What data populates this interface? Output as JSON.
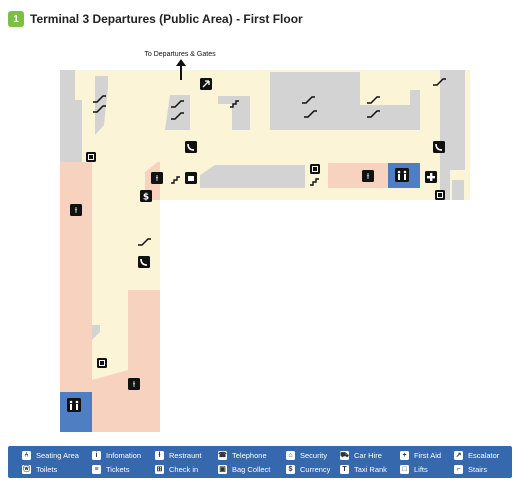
{
  "header": {
    "badge": "1",
    "title": "Terminal 3 Departures (Public Area) - First Floor"
  },
  "map": {
    "to_gates_label": "To Departures & Gates",
    "colors": {
      "corridor": "#fbf4d6",
      "building": "#d3d3d3",
      "restaurant": "#f7d2bf",
      "toilet": "#4f7fc2",
      "icon_bg": "#111111"
    }
  },
  "legend": {
    "items": [
      {
        "icon": "seating-area-icon",
        "label": "Seating Area"
      },
      {
        "icon": "information-icon",
        "label": "Infomation"
      },
      {
        "icon": "restaurant-icon",
        "label": "Restraunt"
      },
      {
        "icon": "telephone-icon",
        "label": "Telephone"
      },
      {
        "icon": "security-icon",
        "label": "Security"
      },
      {
        "icon": "car-hire-icon",
        "label": "Car Hire"
      },
      {
        "icon": "first-aid-icon",
        "label": "First Aid"
      },
      {
        "icon": "escalator-icon",
        "label": "Escalator"
      },
      {
        "icon": "toilets-icon",
        "label": "Toilets"
      },
      {
        "icon": "tickets-icon",
        "label": "Tickets"
      },
      {
        "icon": "check-in-icon",
        "label": "Check in"
      },
      {
        "icon": "bag-collect-icon",
        "label": "Bag Collect"
      },
      {
        "icon": "currency-icon",
        "label": "Currency"
      },
      {
        "icon": "taxi-rank-icon",
        "label": "Taxi Rank"
      },
      {
        "icon": "lifts-icon",
        "label": "Lifts"
      },
      {
        "icon": "stairs-icon",
        "label": "Stairs"
      }
    ]
  }
}
